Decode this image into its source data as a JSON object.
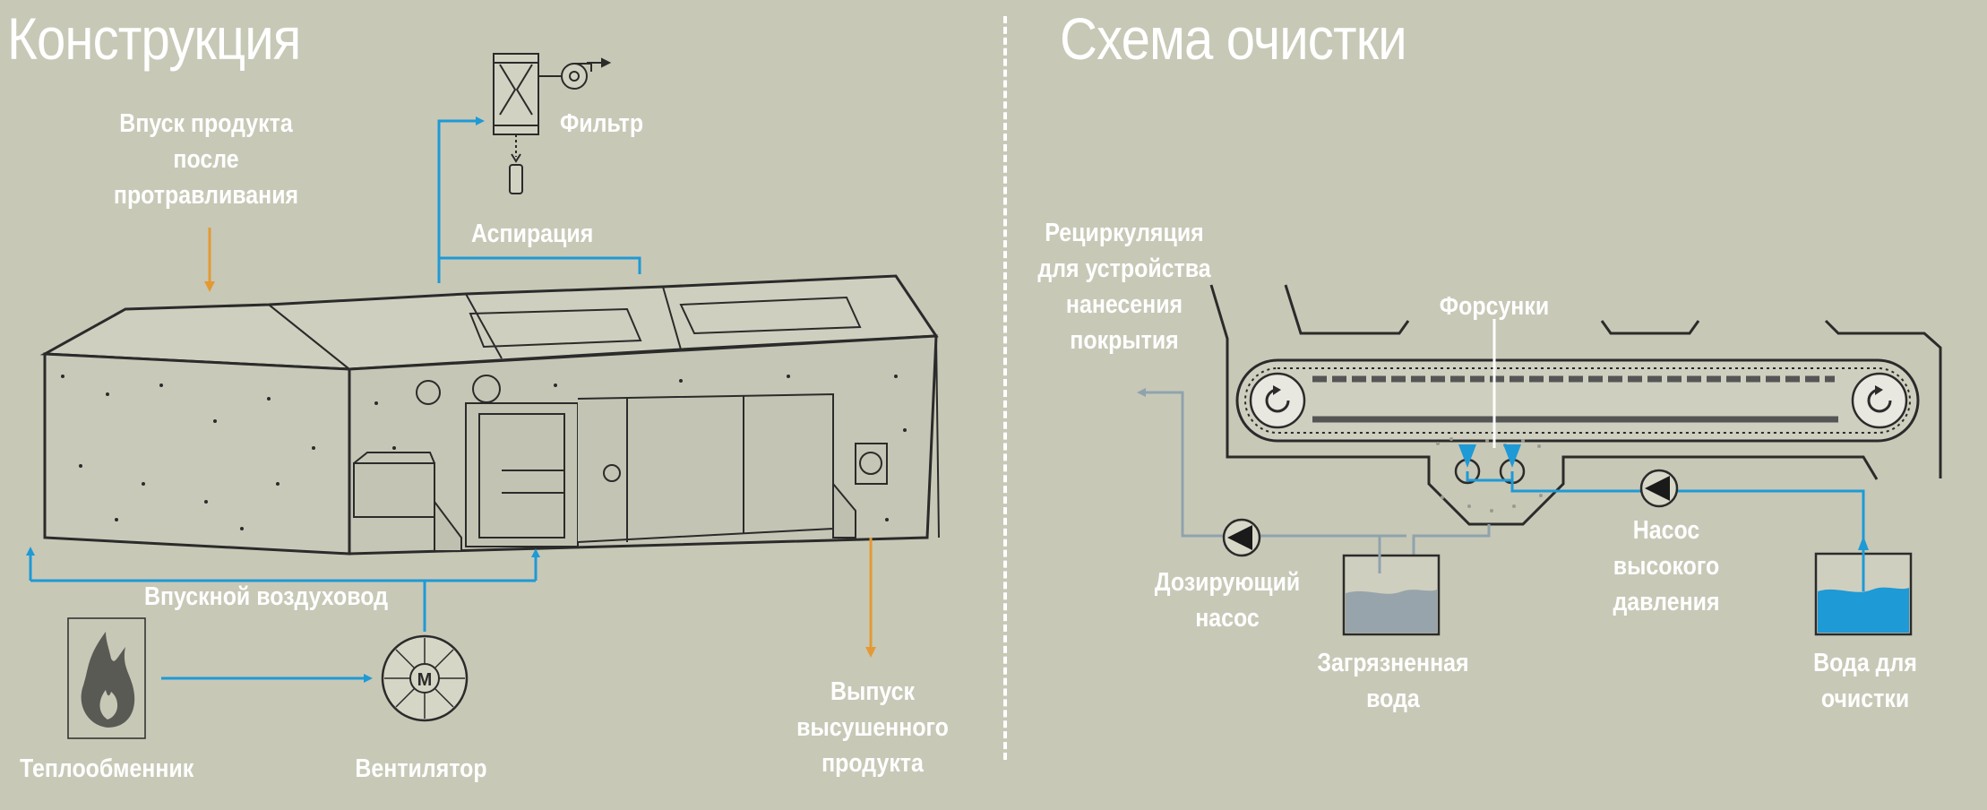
{
  "left_panel": {
    "title": "Конструкция",
    "labels": {
      "inlet_product": "Впуск продукта\nпосле\nпротравливания",
      "filter": "Фильтр",
      "aspiration": "Аспирация",
      "air_duct": "Впускной воздуховод",
      "heat_exchanger": "Теплообменник",
      "fan": "Вентилятор",
      "fan_motor": "M",
      "outlet_product": "Выпуск\nвысушенного\nпродукта"
    }
  },
  "right_panel": {
    "title": "Схема очистки",
    "labels": {
      "recirculation": "Рециркуляция\nдля устройства\nнанесения\nпокрытия",
      "nozzles": "Форсунки",
      "dosing_pump": "Дозирующий\nнасос",
      "dirty_water": "Загрязненная\nвода",
      "hp_pump": "Насос\nвысокого\nдавления",
      "clean_water": "Вода для\nочистки"
    }
  },
  "colors": {
    "background": "#c8c8b7",
    "flow_blue": "#1e9ad6",
    "product_orange": "#e39a34",
    "return_gray": "#8fa3ad",
    "line_dark": "#2b2b2b",
    "text": "#ffffff"
  }
}
